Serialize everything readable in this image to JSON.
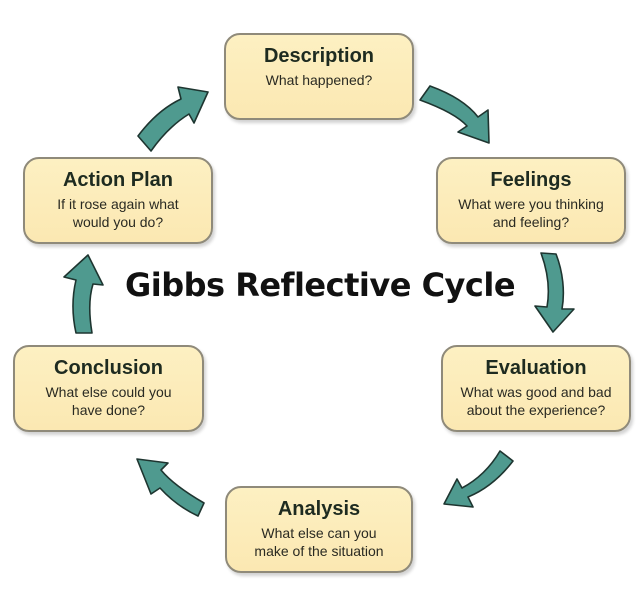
{
  "diagram": {
    "title": "Gibbs Reflective Cycle",
    "type": "cycle",
    "stages": [
      {
        "id": "description",
        "title": "Description",
        "prompt": "What happened?"
      },
      {
        "id": "feelings",
        "title": "Feelings",
        "prompt": "What were you thinking and feeling?"
      },
      {
        "id": "evaluation",
        "title": "Evaluation",
        "prompt": "What was good and bad about the experience?"
      },
      {
        "id": "analysis",
        "title": "Analysis",
        "prompt": "What else can you make of the situation"
      },
      {
        "id": "conclusion",
        "title": "Conclusion",
        "prompt": "What else could you have done?"
      },
      {
        "id": "action_plan",
        "title": "Action Plan",
        "prompt": "If it rose again what would you do?"
      }
    ],
    "flow": [
      {
        "from": "description",
        "to": "feelings"
      },
      {
        "from": "feelings",
        "to": "evaluation"
      },
      {
        "from": "evaluation",
        "to": "analysis"
      },
      {
        "from": "analysis",
        "to": "conclusion"
      },
      {
        "from": "conclusion",
        "to": "action_plan"
      },
      {
        "from": "action_plan",
        "to": "description"
      }
    ],
    "colors": {
      "box_fill": "#fbe9b4",
      "box_border": "#8f8a7a",
      "arrow_fill": "#4f9a8f",
      "arrow_outline": "#1e3530",
      "title_text": "#111111"
    }
  }
}
